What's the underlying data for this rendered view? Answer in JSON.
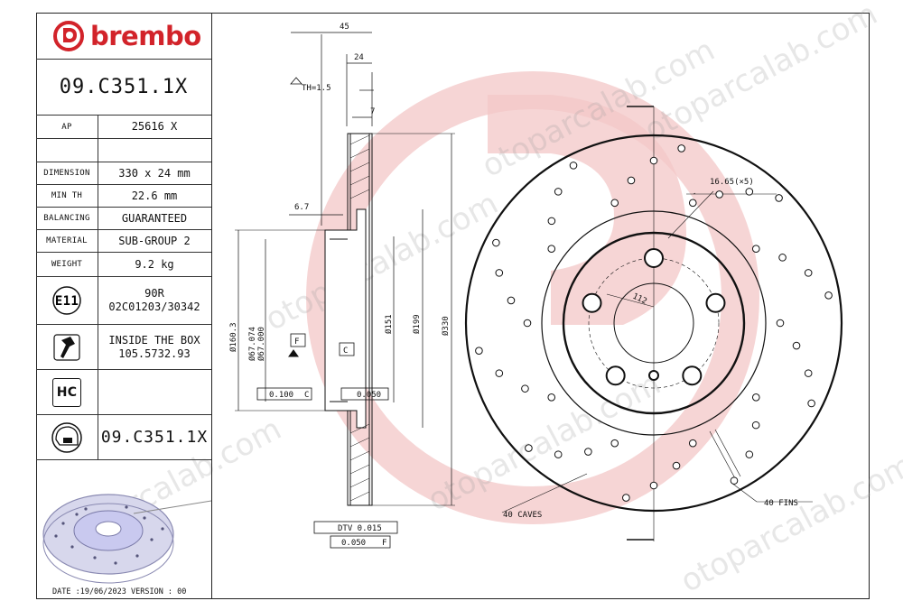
{
  "brand": "brembo",
  "colors": {
    "brand_red": "#d2232a",
    "watermark_red": "#f3c7c7",
    "line": "#111111",
    "ball_fill": "#c9c9ef"
  },
  "part_number": "09.C351.1X",
  "specs": [
    {
      "key": "AP",
      "value": "25616 X"
    },
    {
      "key": "",
      "value": ""
    },
    {
      "key": "DIMENSION",
      "value": "330 x 24 mm"
    },
    {
      "key": "MIN TH",
      "value": "22.6 mm"
    },
    {
      "key": "BALANCING",
      "value": "GUARANTEED"
    },
    {
      "key": "MATERIAL",
      "value": "SUB-GROUP 2"
    },
    {
      "key": "WEIGHT",
      "value": "9.2 kg"
    }
  ],
  "homologation": {
    "icon_label": "E11",
    "line1": "90R",
    "line2": "02C01203/30342"
  },
  "inside_box": {
    "line1": "INSIDE THE BOX",
    "line2": "105.5732.93"
  },
  "hc_label": "HC",
  "lower_part_number": "09.C351.1X",
  "footer": "DATE :19/06/2023 VERSION : 00",
  "watermark": "otoparcalab.com",
  "dimensions": {
    "overall": "45",
    "thickness": "24",
    "th_note": "TH=1.5",
    "offset_7": "7",
    "offset_67": "6.7",
    "d1603": "Ø160.3",
    "d67074": "Ø67.074",
    "d67000": "Ø67.000",
    "d151": "Ø151",
    "d199": "Ø199",
    "d330": "Ø330",
    "datum_f": "F",
    "datum_c": "C",
    "tol1": "0.100",
    "tol1_ref": "C",
    "tol2": "0.050",
    "dtv": "DTV 0.015",
    "flat": "0.050",
    "flat_ref": "F",
    "holes": "16.65(×5)",
    "pcd": "112",
    "caves": "40 CAVES",
    "fins": "40 FINS"
  }
}
